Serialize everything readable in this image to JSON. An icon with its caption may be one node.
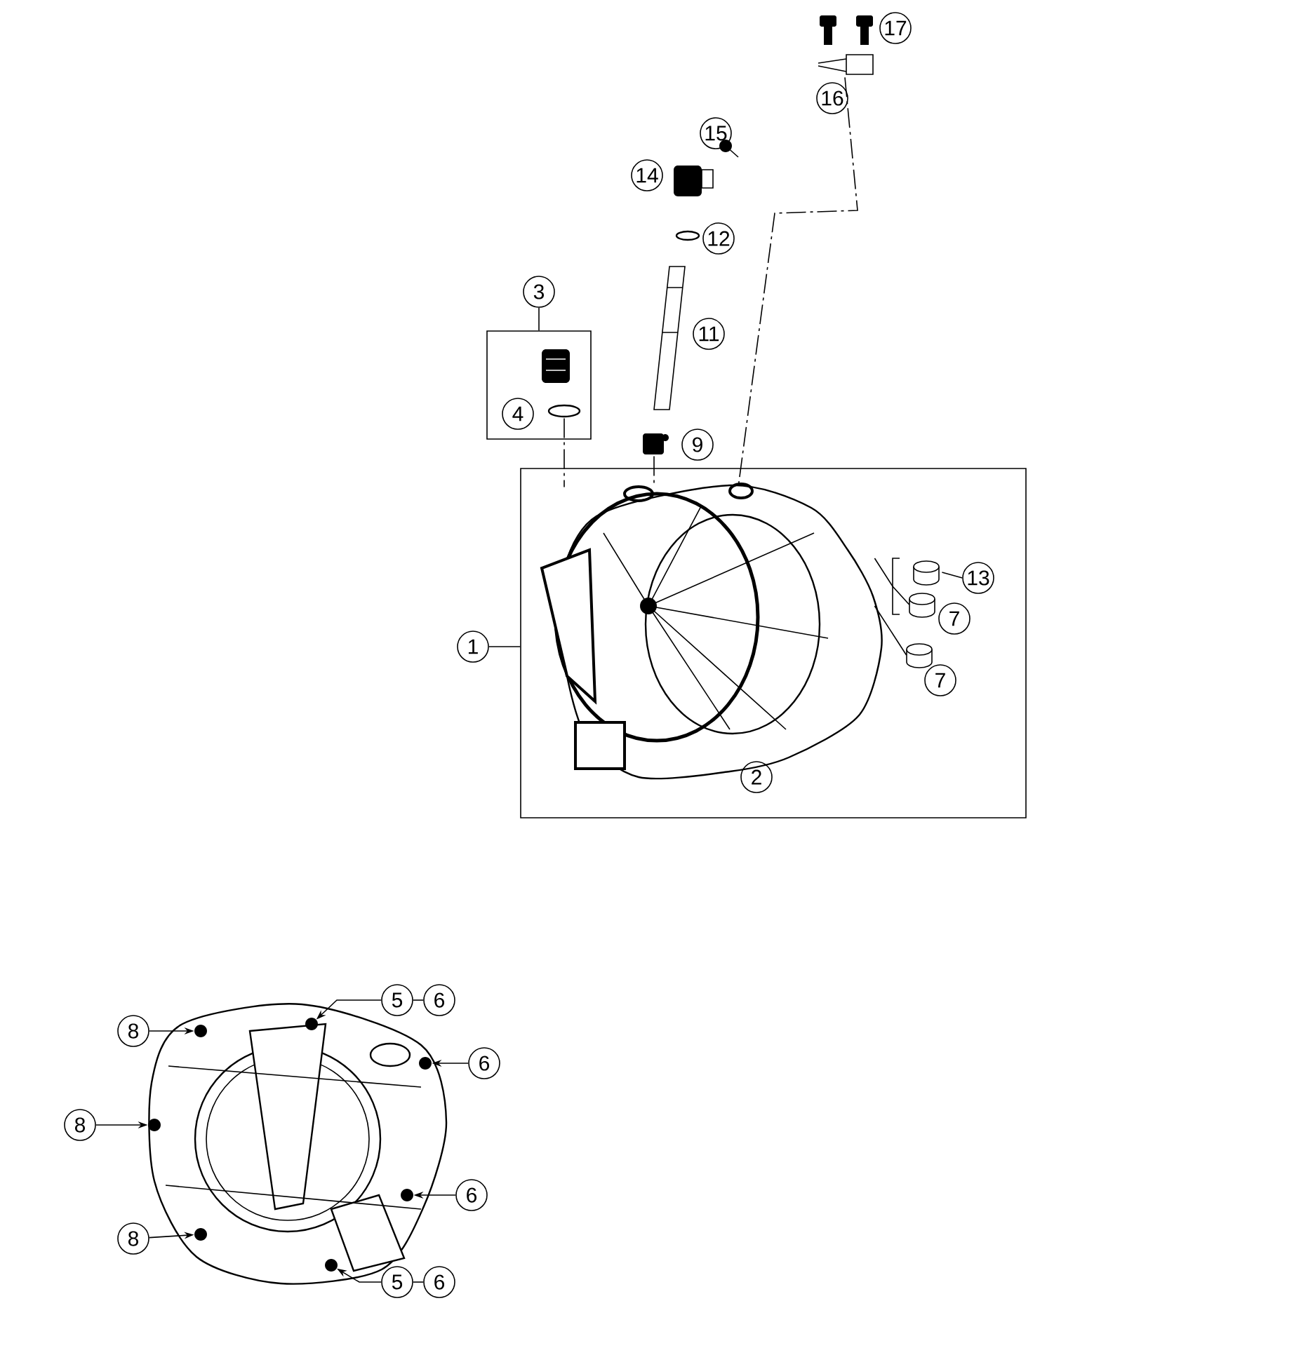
{
  "diagram": {
    "nodes": [
      {
        "text": [
          "17"
        ]
      },
      {
        "text": [
          "16"
        ]
      },
      {
        "text": [],
        "shape": "picture"
      },
      {
        "text": [
          "15"
        ]
      },
      {
        "text": [
          "14"
        ]
      },
      {
        "text": [
          "12"
        ]
      },
      {
        "text": [
          "11"
        ]
      },
      {
        "text": [
          "3"
        ]
      },
      {
        "text": [],
        "shape": "box"
      },
      {
        "text": [
          "4"
        ],
        "in": 8
      },
      {
        "text": [],
        "shape": "circle",
        "in": 8
      },
      {
        "text": [
          "9"
        ]
      },
      {
        "text": [],
        "shape": "box"
      },
      {
        "text": [],
        "shape": "box"
      },
      {
        "text": [
          "1"
        ]
      },
      {
        "text": [],
        "shape": "picture",
        "in": 13
      },
      {
        "text": [],
        "shape": "cylinder",
        "in": 13
      },
      {
        "text": [
          "13"
        ],
        "in": 13
      },
      {
        "text": [],
        "shape": "cylinder",
        "in": 13
      },
      {
        "text": [
          "7"
        ],
        "in": 13
      },
      {
        "text": [],
        "shape": "cylinder",
        "in": 13
      },
      {
        "text": [
          "7"
        ],
        "in": 13
      },
      {
        "text": [
          "2"
        ],
        "in": 13
      },
      {
        "text": [
          "8"
        ]
      },
      {
        "text": [
          "5"
        ]
      },
      {
        "text": [
          "6"
        ]
      },
      {
        "text": [
          "8"
        ]
      },
      {
        "text": [
          "6"
        ]
      },
      {
        "text": [
          "6"
        ]
      },
      {
        "text": [
          "8"
        ]
      },
      {
        "text": [
          "5"
        ]
      },
      {
        "text": [
          "6"
        ]
      },
      {
        "text": [],
        "shape": "circle"
      },
      {
        "text": [],
        "shape": "circle"
      },
      {
        "text": [],
        "shape": "circle"
      },
      {
        "text": [],
        "shape": "circle"
      },
      {
        "text": [],
        "shape": "circle"
      },
      {
        "text": [],
        "shape": "circle"
      },
      {
        "text": [],
        "shape": "circle"
      }
    ],
    "edges": [
      {
        "from": 7,
        "to": 8,
        "arrow": "none"
      },
      {
        "from": 14,
        "to": 13,
        "arrow": "none"
      },
      {
        "from": 17,
        "to": 16,
        "arrow": "none"
      },
      {
        "from": 10,
        "to": 15,
        "arrow": "none",
        "style": "dashed"
      },
      {
        "from": 12,
        "to": 15,
        "arrow": "none",
        "style": "dashed"
      },
      {
        "from": 2,
        "to": 15,
        "arrow": "none",
        "style": "dashed"
      },
      {
        "from": 18,
        "to": 15,
        "arrow": "none"
      },
      {
        "from": 20,
        "to": 15,
        "arrow": "none"
      },
      {
        "from": 23,
        "to": 32,
        "arrow": "to"
      },
      {
        "from": 24,
        "to": 33,
        "arrow": "to"
      },
      {
        "from": 24,
        "to": 25,
        "arrow": "none"
      },
      {
        "from": 27,
        "to": 34,
        "arrow": "to"
      },
      {
        "from": 26,
        "to": 35,
        "arrow": "to"
      },
      {
        "from": 28,
        "to": 36,
        "arrow": "to"
      },
      {
        "from": 29,
        "to": 37,
        "arrow": "to"
      },
      {
        "from": 30,
        "to": 38,
        "arrow": "to"
      },
      {
        "from": 30,
        "to": 31,
        "arrow": "none"
      }
    ]
  }
}
